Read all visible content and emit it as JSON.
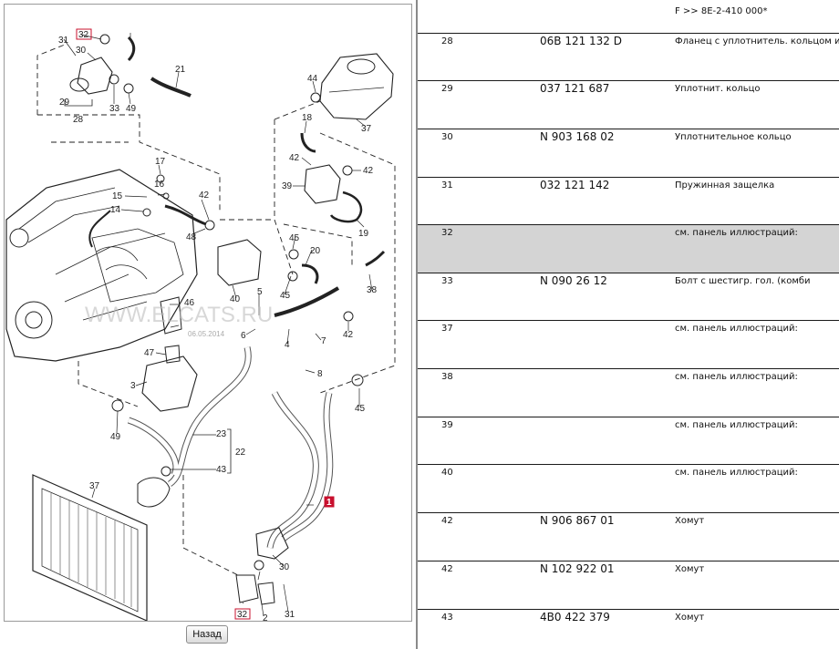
{
  "diagram": {
    "watermark": "WWW.ELCATS.RU",
    "date_stamp": "06.05.2014",
    "callouts": [
      "1",
      "2",
      "3",
      "4",
      "5",
      "6",
      "7",
      "8",
      "14",
      "15",
      "16",
      "17",
      "18",
      "19",
      "20",
      "21",
      "22",
      "23",
      "28",
      "29",
      "30",
      "31",
      "32",
      "33",
      "37",
      "38",
      "39",
      "40",
      "42",
      "43",
      "44",
      "45",
      "46",
      "47",
      "48",
      "49"
    ],
    "highlighted_callouts": [
      "1",
      "32"
    ]
  },
  "back_button": {
    "label": "Назад"
  },
  "table": {
    "header_note": "F >> 8E-2-410 000*",
    "rows": [
      {
        "pos": "28",
        "part": "06B 121 132 D",
        "name": "Фланец с уплотнитель. кольцом и б"
      },
      {
        "pos": "29",
        "part": "037 121 687",
        "name": "Уплотнит. кольцо"
      },
      {
        "pos": "30",
        "part": "N 903 168 02",
        "name": "Уплотнительное кольцо"
      },
      {
        "pos": "31",
        "part": "032 121 142",
        "name": "Пружинная защелка"
      },
      {
        "pos": "32",
        "part": "",
        "name": "см. панель иллюстраций:"
      },
      {
        "pos": "33",
        "part": "N 090 26 12",
        "name": "Болт с шестигр. гол. (комби"
      },
      {
        "pos": "37",
        "part": "",
        "name": "см. панель иллюстраций:"
      },
      {
        "pos": "38",
        "part": "",
        "name": "см. панель иллюстраций:"
      },
      {
        "pos": "39",
        "part": "",
        "name": "см. панель иллюстраций:"
      },
      {
        "pos": "40",
        "part": "",
        "name": "см. панель иллюстраций:"
      },
      {
        "pos": "42",
        "part": "N 906 867 01",
        "name": "Хомут"
      },
      {
        "pos": "42",
        "part": "N 102 922 01",
        "name": "Хомут"
      },
      {
        "pos": "43",
        "part": "4B0 422 379",
        "name": "Хомут"
      }
    ]
  }
}
